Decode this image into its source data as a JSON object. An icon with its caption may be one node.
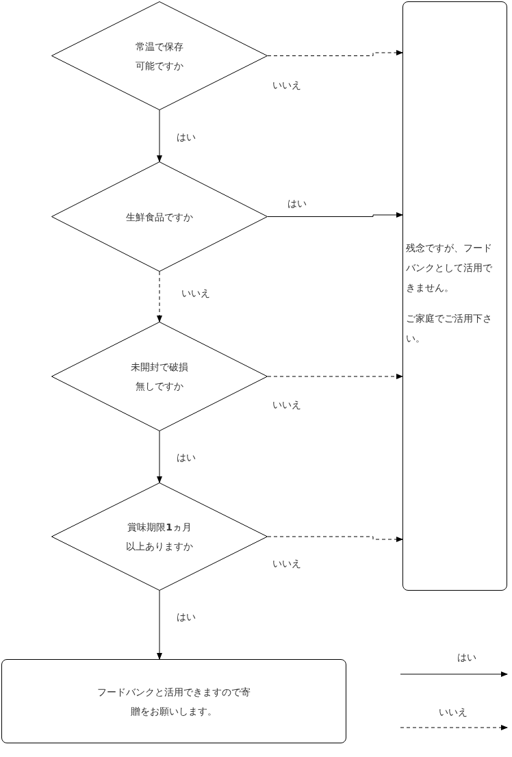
{
  "diagram": {
    "nodes": [
      {
        "text": [
          "常温で保存可能ですか"
        ]
      },
      {
        "text": [
          "生鮮食品ですか"
        ]
      },
      {
        "text": [
          "未開封で破損無しですか"
        ]
      },
      {
        "text": [
          "賞味期限**1**ヵ月以上ありますか"
        ]
      },
      {
        "text": [
          "残念ですが、フードバンクとして活用できません。",
          "ご家庭でご活用下さい。"
        ]
      },
      {
        "text": [
          "フードバンクと活用できますので寄贈をお願いします。"
        ]
      }
    ],
    "edges": [
      {
        "from": 0,
        "to": 4,
        "arrow": "to",
        "label": "いいえ",
        "style": "dashed"
      },
      {
        "from": 0,
        "to": 1,
        "arrow": "to",
        "label": "はい"
      },
      {
        "from": 1,
        "to": 4,
        "arrow": "to",
        "label": "はい"
      },
      {
        "from": 1,
        "to": 2,
        "arrow": "to",
        "label": "いいえ",
        "style": "dashed"
      },
      {
        "from": 2,
        "to": 4,
        "arrow": "to",
        "label": "いいえ",
        "style": "dashed"
      },
      {
        "from": 2,
        "to": 3,
        "arrow": "to",
        "label": "はい"
      },
      {
        "from": 3,
        "to": 4,
        "arrow": "to",
        "label": "いいえ",
        "style": "dashed"
      },
      {
        "from": 3,
        "to": 5,
        "arrow": "to",
        "label": "はい"
      }
    ],
    "legend": [
      {
        "text": "はい"
      },
      {
        "text": "いいえ"
      }
    ]
  }
}
